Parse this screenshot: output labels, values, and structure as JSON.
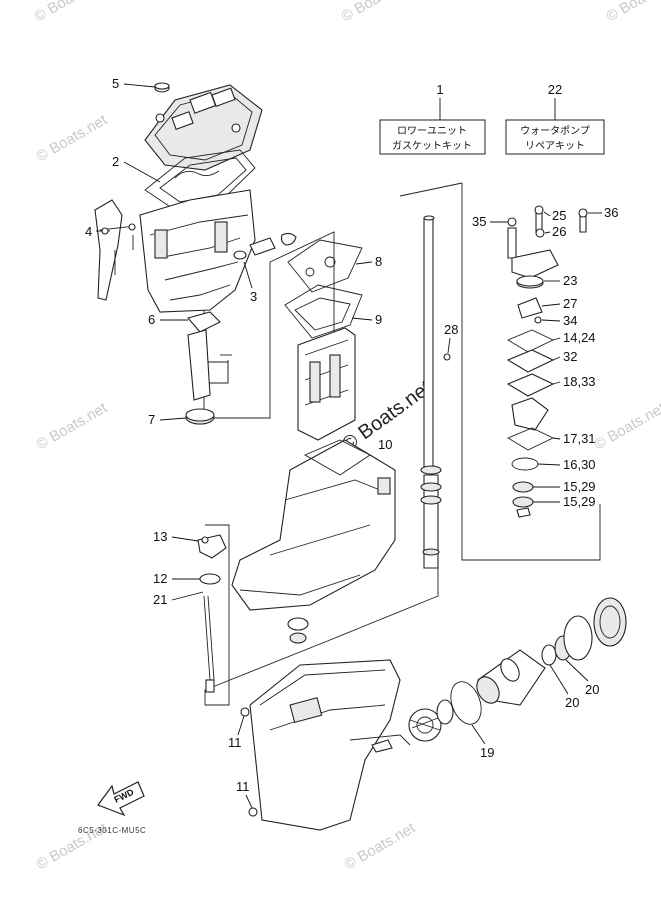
{
  "watermark": {
    "brand": "Boats.net",
    "center_text": "© Boats.net",
    "corner_text": "© Boats.net"
  },
  "boxes": {
    "box_1": {
      "number": "1",
      "line1": "ロワーユニット",
      "line2": "ガスケットキット"
    },
    "box_22": {
      "number": "22",
      "line1": "ウォータポンプ",
      "line2": "リペアキット"
    }
  },
  "fwd_label": "FWD",
  "diagram_code": "6C5-301C-MU5C",
  "callouts": {
    "c5": "5",
    "c2": "2",
    "c4": "4",
    "c3": "3",
    "c6": "6",
    "c7": "7",
    "c8": "8",
    "c9": "9",
    "c10": "10",
    "c13": "13",
    "c12": "12",
    "c21": "21",
    "c11a": "11",
    "c11b": "11",
    "c28": "28",
    "c35": "35",
    "c25": "25",
    "c36": "36",
    "c26": "26",
    "c23": "23",
    "c27": "27",
    "c34": "34",
    "c14_24": "14,24",
    "c32": "32",
    "c18_33": "18,33",
    "c17_31": "17,31",
    "c16_30": "16,30",
    "c15_29a": "15,29",
    "c15_29b": "15,29",
    "c19": "19",
    "c20a": "20",
    "c20b": "20"
  }
}
